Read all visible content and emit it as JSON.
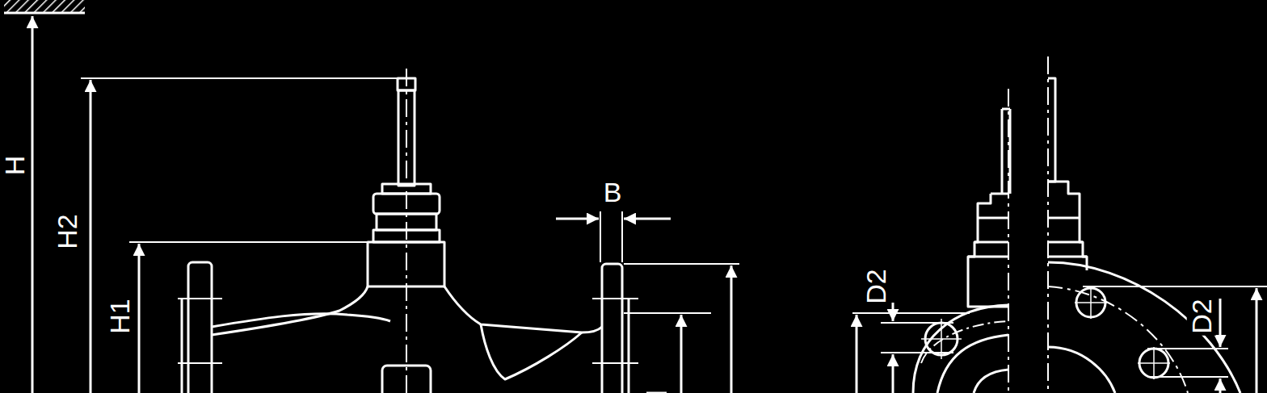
{
  "diagram": {
    "labels": [
      "H",
      "H2",
      "H1",
      "B",
      "D2",
      "D2"
    ]
  }
}
